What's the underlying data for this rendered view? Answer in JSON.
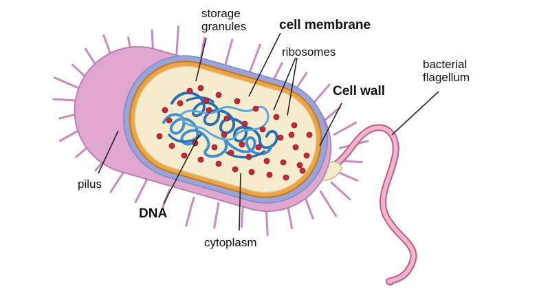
{
  "diagram": {
    "labels": {
      "storage_granules": "storage\ngranules",
      "cell_membrane": "cell membrane",
      "ribosomes": "ribosomes",
      "bacterial_flagellum": "bacterial\nflagellum",
      "cell_wall": "Cell wall",
      "pilus": "pilus",
      "dna": "DNA",
      "cytoplasm": "cytoplasm"
    },
    "colors": {
      "capsule": "#dfa6cf",
      "cell_wall": "#9aa4d8",
      "cell_membrane": "#e08a2a",
      "cytoplasm": "#f4eccc",
      "dna": "#3f8fd0",
      "ribosome": "#c22a3a",
      "pili": "#c98ac0",
      "flagellum": "#e9a3c0"
    }
  }
}
